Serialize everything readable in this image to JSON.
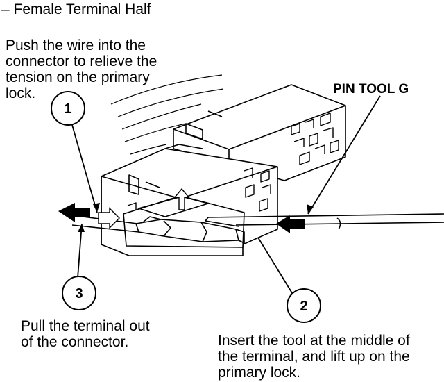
{
  "title": "– Female Terminal Half",
  "steps": {
    "step1": {
      "number": "1",
      "lines": [
        "Push the wire into the",
        "connector to relieve the",
        "tension on the primary",
        "lock."
      ]
    },
    "step2": {
      "number": "2",
      "lines": [
        "Insert the tool at the middle of",
        "the terminal, and lift up on the",
        "primary lock."
      ]
    },
    "step3": {
      "number": "3",
      "lines": [
        "Pull the terminal out",
        "of the connector."
      ]
    }
  },
  "tool_label": "PIN TOOL G"
}
